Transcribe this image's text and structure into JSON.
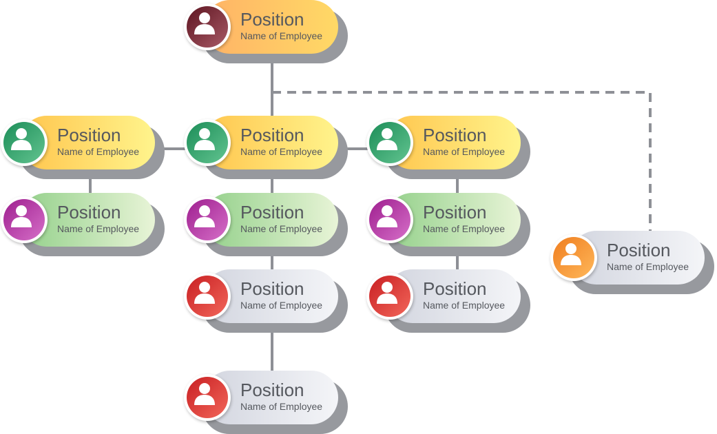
{
  "colors": {
    "connector": "#8e9096",
    "shadow": "#97999e",
    "text": "#55585e",
    "avatar_icon": "#ffffff"
  },
  "nodes": [
    {
      "id": "ceo",
      "position": "Position",
      "employee": "Name of Employee",
      "pill": [
        "#ffb266",
        "#ffd966"
      ],
      "avatar": [
        "#5d1420",
        "#a85a66"
      ],
      "icon": "person-icon"
    },
    {
      "id": "l1",
      "position": "Position",
      "employee": "Name of Employee",
      "pill": [
        "#ffc54d",
        "#fff48c"
      ],
      "avatar": [
        "#1c8d58",
        "#62c490"
      ],
      "icon": "person-icon"
    },
    {
      "id": "c1",
      "position": "Position",
      "employee": "Name of Employee",
      "pill": [
        "#ffc54d",
        "#fff48c"
      ],
      "avatar": [
        "#1c8d58",
        "#62c490"
      ],
      "icon": "person-icon"
    },
    {
      "id": "r1",
      "position": "Position",
      "employee": "Name of Employee",
      "pill": [
        "#ffc54d",
        "#fff48c"
      ],
      "avatar": [
        "#1c8d58",
        "#62c490"
      ],
      "icon": "person-icon"
    },
    {
      "id": "l2",
      "position": "Position",
      "employee": "Name of Employee",
      "pill": [
        "#93d08a",
        "#e8f4d7"
      ],
      "avatar": [
        "#9e1f8f",
        "#d66fc8"
      ],
      "icon": "person-icon"
    },
    {
      "id": "c2",
      "position": "Position",
      "employee": "Name of Employee",
      "pill": [
        "#93d08a",
        "#e8f4d7"
      ],
      "avatar": [
        "#9e1f8f",
        "#d66fc8"
      ],
      "icon": "person-icon"
    },
    {
      "id": "r2",
      "position": "Position",
      "employee": "Name of Employee",
      "pill": [
        "#93d08a",
        "#e8f4d7"
      ],
      "avatar": [
        "#9e1f8f",
        "#d66fc8"
      ],
      "icon": "person-icon"
    },
    {
      "id": "c3",
      "position": "Position",
      "employee": "Name of Employee",
      "pill": [
        "#d2d5df",
        "#f4f5f8"
      ],
      "avatar": [
        "#c81f22",
        "#f2665a"
      ],
      "icon": "person-icon"
    },
    {
      "id": "r3",
      "position": "Position",
      "employee": "Name of Employee",
      "pill": [
        "#d2d5df",
        "#f4f5f8"
      ],
      "avatar": [
        "#c81f22",
        "#f2665a"
      ],
      "icon": "person-icon"
    },
    {
      "id": "c4",
      "position": "Position",
      "employee": "Name of Employee",
      "pill": [
        "#d2d5df",
        "#f4f5f8"
      ],
      "avatar": [
        "#c81f22",
        "#f2665a"
      ],
      "icon": "person-icon"
    },
    {
      "id": "side",
      "position": "Position",
      "employee": "Name of Employee",
      "pill": [
        "#d2d5df",
        "#f4f5f8"
      ],
      "avatar": [
        "#ef7d1f",
        "#ffb85a"
      ],
      "icon": "person-icon"
    }
  ],
  "links": [
    {
      "from": "ceo",
      "to": "c1",
      "style": "solid"
    },
    {
      "from": "c1",
      "to": "l1",
      "style": "solid"
    },
    {
      "from": "c1",
      "to": "r1",
      "style": "solid"
    },
    {
      "from": "l1",
      "to": "l2",
      "style": "solid"
    },
    {
      "from": "c1",
      "to": "c2",
      "style": "solid"
    },
    {
      "from": "r1",
      "to": "r2",
      "style": "solid"
    },
    {
      "from": "c2",
      "to": "c3",
      "style": "solid"
    },
    {
      "from": "r2",
      "to": "r3",
      "style": "solid"
    },
    {
      "from": "c3",
      "to": "c4",
      "style": "solid"
    },
    {
      "from": "ceo",
      "to": "side",
      "style": "dashed"
    }
  ]
}
